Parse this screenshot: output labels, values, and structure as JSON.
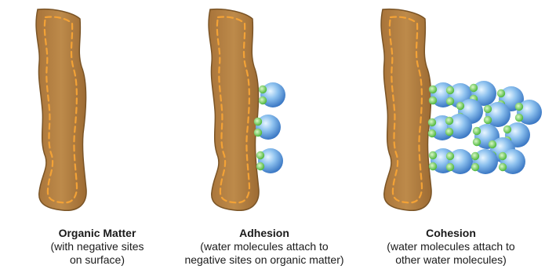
{
  "panels": [
    {
      "title": "Organic Matter",
      "line1": "(with negative sites",
      "line2": "on surface)"
    },
    {
      "title": "Adhesion",
      "line1": "(water molecules attach to",
      "line2": "negative sites on organic matter)"
    },
    {
      "title": "Cohesion",
      "line1": "(water molecules attach to",
      "line2": "other water molecules)"
    }
  ],
  "colors": {
    "organic_fill": "#b07c3d",
    "organic_edge": "#7a5426",
    "negative_sites": "#f3a236",
    "water_core": "#7fb3e8",
    "water_edge": "#3e7fc7",
    "hydrogen": "#6ccf56"
  }
}
